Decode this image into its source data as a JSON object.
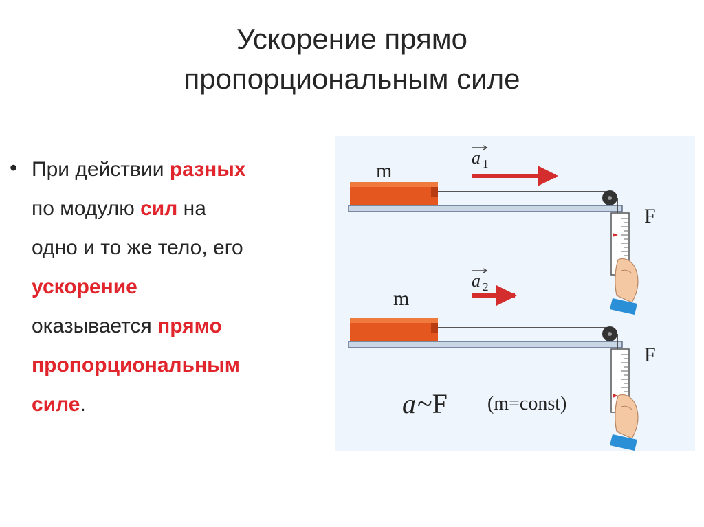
{
  "title": {
    "line1": "Ускорение прямо",
    "line2": "пропорциональным силе"
  },
  "bullet": {
    "p1": "При действии ",
    "h1": "разных",
    "p2": "по модулю ",
    "h2": "сил",
    "p3": " на",
    "p4": "одно и то же тело, его",
    "h3": "ускорение",
    "p5": "оказывается ",
    "h4": "прямо",
    "h5": "пропорциональным",
    "h6": "силе",
    "p6": "."
  },
  "figure": {
    "top": {
      "mass": "m",
      "accel_letter": "a",
      "accel_sub": "1",
      "force": "F"
    },
    "bottom": {
      "mass": "m",
      "accel_letter": "a",
      "accel_sub": "2",
      "force": "F"
    },
    "formula": {
      "a": "a",
      "tilde_F": "~F",
      "condition": "(m=const)"
    },
    "colors": {
      "block": "#e4571e",
      "arrow": "#d42d2d",
      "rail": "#c9d6e6",
      "sleeve": "#2b8fd8"
    }
  }
}
